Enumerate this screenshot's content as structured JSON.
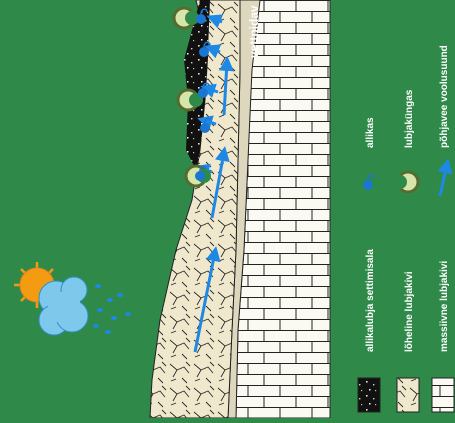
{
  "colors": {
    "background": "#2f8a4a",
    "limestone_fractured": "#efe8cc",
    "limestone_massive": "#fbfaf2",
    "tufa_deposit": "#111111",
    "aquitard": "#ddd7bd",
    "flow_arrow": "#1e88e5",
    "spring": "#1976d2",
    "tufa_mound": "#d7e5a8"
  },
  "labels": {
    "aquitard": "vettpidav"
  },
  "legend": {
    "items": [
      {
        "swatch": "tufa-deposit-pattern",
        "label": "allikalubja settimisala"
      },
      {
        "swatch": "fractured-limestone-pattern",
        "label": "lõheline lubjakivi"
      },
      {
        "swatch": "massive-limestone-pattern",
        "label": "massiivne lubjakivi"
      },
      {
        "swatch": "spring-icon",
        "label": "allikas"
      },
      {
        "swatch": "tufa-mound-icon",
        "label": "lubjaküngas"
      },
      {
        "swatch": "flow-arrow-icon",
        "label": "põhjavee voolusuund"
      }
    ]
  },
  "icons": {
    "weather": "sun-cloud-rain-icon"
  }
}
